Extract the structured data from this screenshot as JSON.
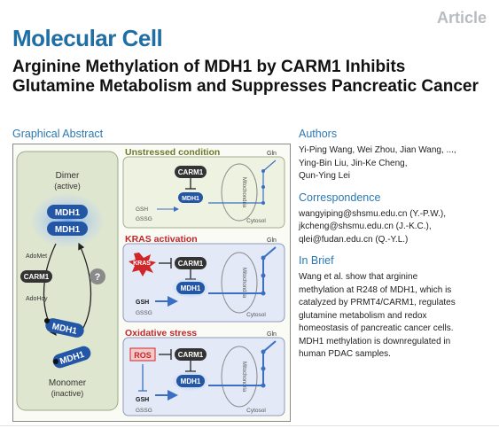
{
  "header": {
    "article_tag": "Article",
    "journal": "Molecular Cell",
    "title": "Arginine Methylation of MDH1 by CARM1 Inhibits Glutamine Metabolism and Suppresses Pancreatic Cancer"
  },
  "graphical_abstract": {
    "label": "Graphical Abstract",
    "left_panel": {
      "dimer_label": "Dimer",
      "dimer_state": "(active)",
      "mdh1": "MDH1",
      "adomet": "AdoMet",
      "carm1": "CARM1",
      "adohcy": "AdoHcy",
      "question": "?",
      "monomer_label": "Monomer",
      "monomer_state": "(inactive)"
    },
    "panels": [
      {
        "title": "Unstressed condition",
        "regulator": "CARM1",
        "target": "MDH1",
        "gln": "Gln",
        "gsh": "GSH",
        "gssg": "GSSG",
        "mito": "Mitochondria",
        "cytosol": "Cytosol"
      },
      {
        "title": "KRAS activation",
        "stressor": "KRAS",
        "regulator": "CARM1",
        "target": "MDH1",
        "gln": "Gln",
        "gsh": "GSH",
        "gssg": "GSSG",
        "mito": "Mitochondria",
        "cytosol": "Cytosol"
      },
      {
        "title": "Oxidative stress",
        "stressor": "ROS",
        "regulator": "CARM1",
        "target": "MDH1",
        "gln": "Gln",
        "gsh": "GSH",
        "gssg": "GSSG",
        "mito": "Mitochondria",
        "cytosol": "Cytosol"
      }
    ]
  },
  "authors": {
    "heading": "Authors",
    "lines": [
      "Yi-Ping Wang, Wei Zhou, Jian Wang, ...,",
      "Ying-Bin Liu, Jin-Ke Cheng,",
      "Qun-Ying Lei"
    ]
  },
  "correspondence": {
    "heading": "Correspondence",
    "lines": [
      "wangyiping@shsmu.edu.cn (Y.-P.W.),",
      "jkcheng@shsmu.edu.cn (J.-K.C.),",
      "qlei@fudan.edu.cn (Q.-Y.L.)"
    ]
  },
  "in_brief": {
    "heading": "In Brief",
    "lines": [
      "Wang et al. show that arginine",
      "methylation at R248 of MDH1, which is",
      "catalyzed by PRMT4/CARM1, regulates",
      "glutamine metabolism and redox",
      "homeostasis of pancreatic cancer cells.",
      "MDH1 methylation is downregulated in",
      "human PDAC samples."
    ]
  },
  "colors": {
    "brand_blue": "#1f6fa5",
    "link_blue": "#2b78b0",
    "stress_red": "#d0262a",
    "panel_green": "#eef2e0",
    "mdh1_blue": "#2456a6"
  }
}
